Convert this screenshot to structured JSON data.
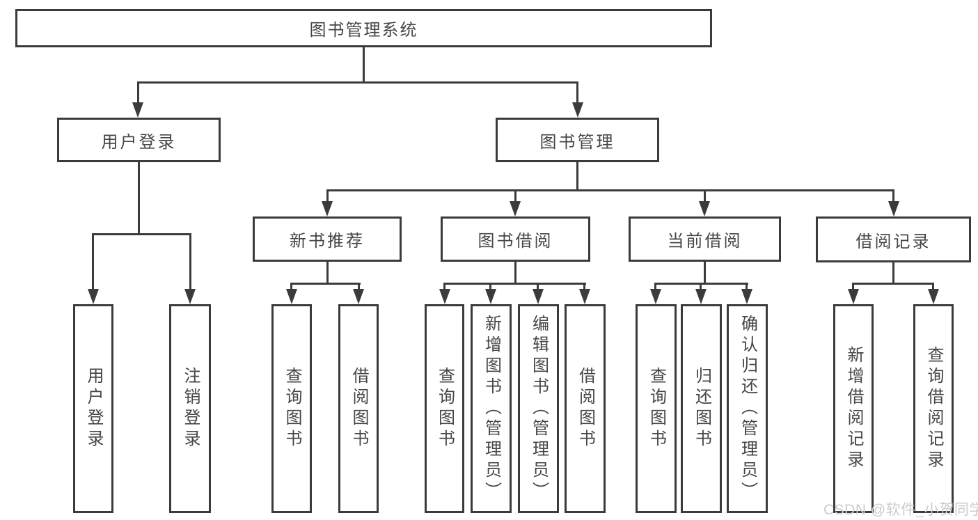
{
  "title": "图书管理系统",
  "watermark": "CSDN @软件_小贺同学",
  "colors": {
    "line": "#3b3b3b",
    "box_border": "#3b3b3b",
    "text": "#464646",
    "watermark": "#cccccc",
    "background": "#ffffff"
  },
  "tree": {
    "root": "图书管理系统",
    "children": [
      {
        "label": "用户登录",
        "children": [
          "用户登录",
          "注销登录"
        ]
      },
      {
        "label": "图书管理",
        "children": [
          {
            "label": "新书推荐",
            "children": [
              "查询图书",
              "借阅图书"
            ]
          },
          {
            "label": "图书借阅",
            "children": [
              "查询图书",
              "新增图书（管理员）",
              "编辑图书（管理员）",
              "借阅图书"
            ]
          },
          {
            "label": "当前借阅",
            "children": [
              "查询图书",
              "归还图书",
              "确认归还（管理员）"
            ]
          },
          {
            "label": "借阅记录",
            "children": [
              "新增借阅记录",
              "查询借阅记录"
            ]
          }
        ]
      }
    ]
  }
}
